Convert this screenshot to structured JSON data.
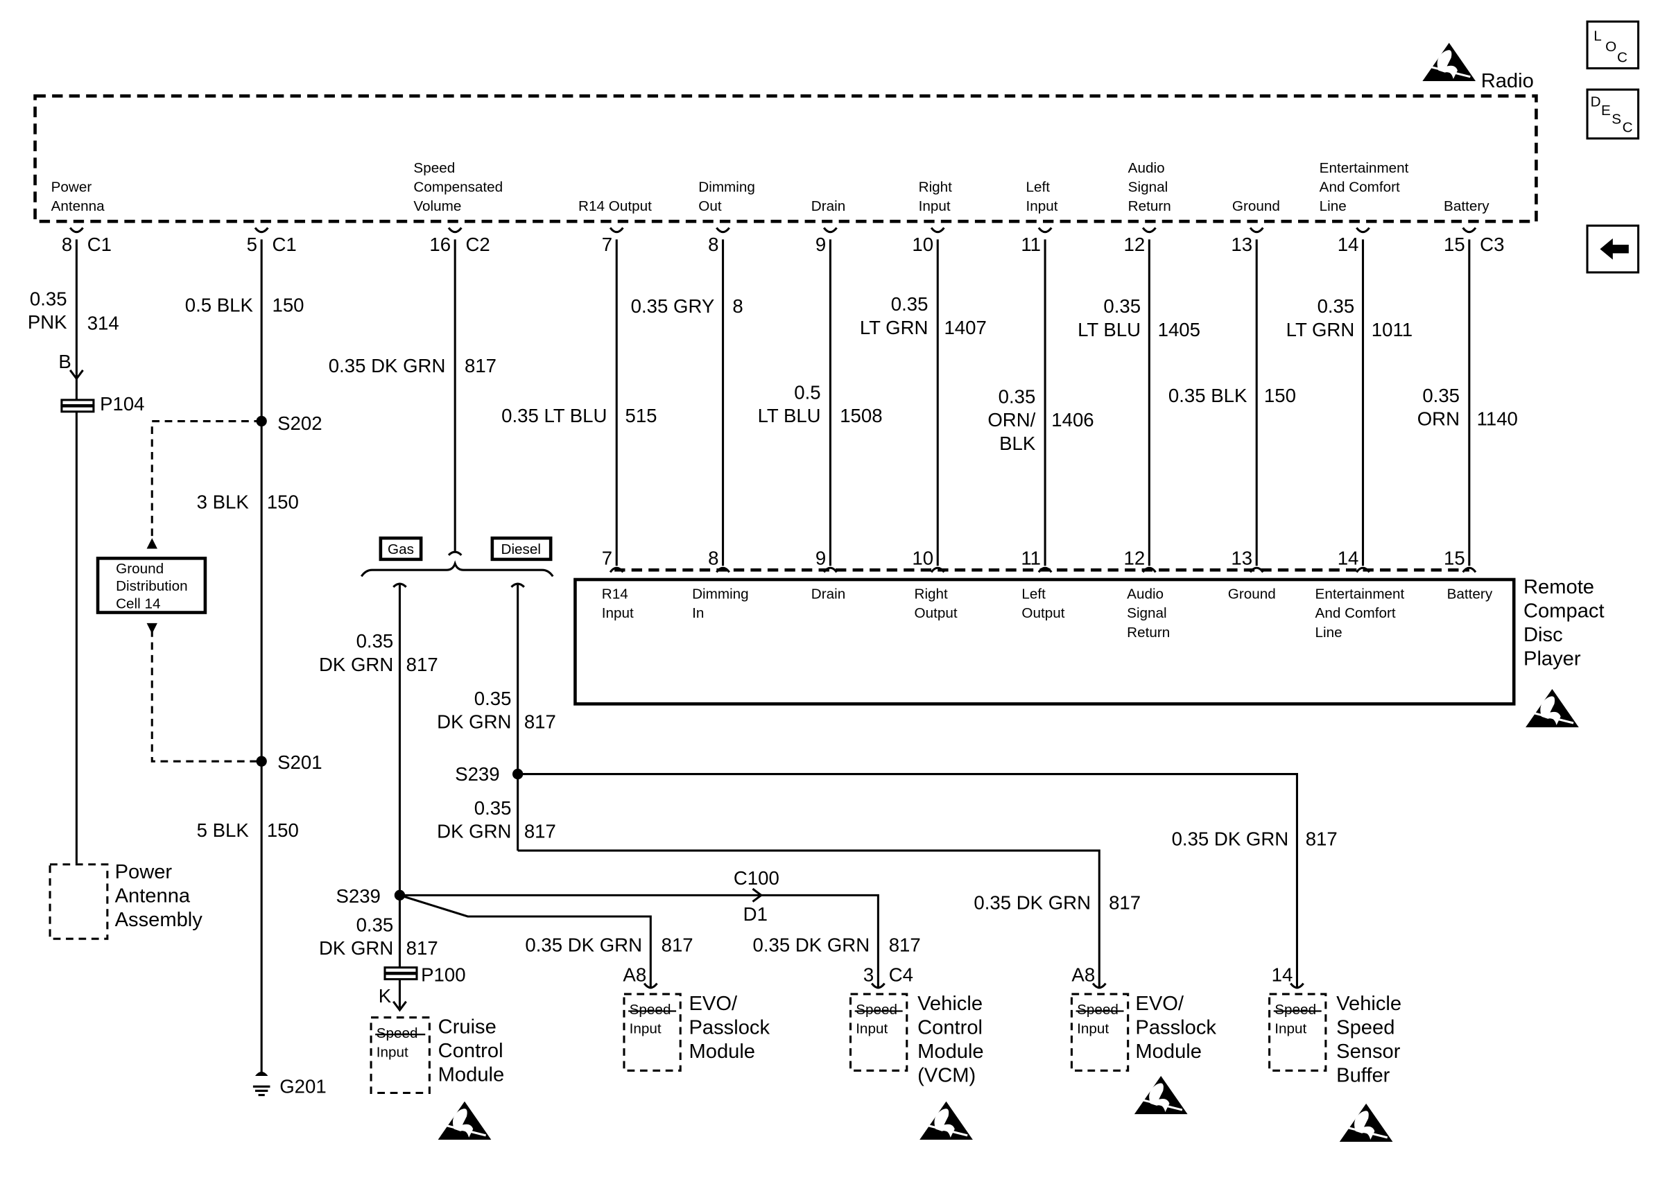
{
  "radio": {
    "name": "Radio",
    "pins": [
      {
        "label": "Power\nAntenna",
        "pin": "8",
        "conn": "C1"
      },
      {
        "label": "",
        "pin": "5",
        "conn": "C1"
      },
      {
        "label": "Speed\nCompensated\nVolume",
        "pin": "16",
        "conn": "C2"
      },
      {
        "label": "R14 Output",
        "pin": "7",
        "conn": ""
      },
      {
        "label": "Dimming\nOut",
        "pin": "8",
        "conn": ""
      },
      {
        "label": "Drain",
        "pin": "9",
        "conn": ""
      },
      {
        "label": "Right\nInput",
        "pin": "10",
        "conn": ""
      },
      {
        "label": "Left\nInput",
        "pin": "11",
        "conn": ""
      },
      {
        "label": "Audio\nSignal\nReturn",
        "pin": "12",
        "conn": ""
      },
      {
        "label": "Ground",
        "pin": "13",
        "conn": ""
      },
      {
        "label": "Entertainment\nAnd Comfort\nLine",
        "pin": "14",
        "conn": ""
      },
      {
        "label": "Battery",
        "pin": "15",
        "conn": "C3"
      }
    ]
  },
  "wires_top": [
    {
      "gauge": "0.35\nPNK",
      "circuit": "314"
    },
    {
      "gauge": "0.5 BLK",
      "circuit": "150"
    },
    {
      "gauge": "0.35 DK GRN",
      "circuit": "817"
    },
    {
      "gauge": "0.35 LT BLU",
      "circuit": "515"
    },
    {
      "gauge": "0.35 GRY",
      "circuit": "8"
    },
    {
      "gauge": "0.5\nLT BLU",
      "circuit": "1508"
    },
    {
      "gauge": "0.35\nLT GRN",
      "circuit": "1407"
    },
    {
      "gauge": "0.35\nORN/\nBLK",
      "circuit": "1406"
    },
    {
      "gauge": "0.35\nLT BLU",
      "circuit": "1405"
    },
    {
      "gauge": "0.35 BLK",
      "circuit": "150"
    },
    {
      "gauge": "0.35\nLT GRN",
      "circuit": "1011"
    },
    {
      "gauge": "0.35\nORN",
      "circuit": "1140"
    }
  ],
  "cd_player": {
    "name": "Remote\nCompact\nDisc\nPlayer",
    "pins": [
      {
        "pin": "7",
        "label": "R14\nInput"
      },
      {
        "pin": "8",
        "label": "Dimming\nIn"
      },
      {
        "pin": "9",
        "label": "Drain"
      },
      {
        "pin": "10",
        "label": "Right\nOutput"
      },
      {
        "pin": "11",
        "label": "Left\nOutput"
      },
      {
        "pin": "12",
        "label": "Audio\nSignal\nReturn"
      },
      {
        "pin": "13",
        "label": "Ground"
      },
      {
        "pin": "14",
        "label": "Entertainment\nAnd Comfort\nLine"
      },
      {
        "pin": "15",
        "label": "Battery"
      }
    ]
  },
  "ground_path": {
    "splice_upper": "S202",
    "gauge_mid": "3 BLK",
    "circuit_mid": "150",
    "splice_lower": "S201",
    "gauge_low": "5 BLK",
    "circuit_low": "150",
    "ground": "G201",
    "ref_box": "Ground\nDistribution\nCell 14"
  },
  "antenna": {
    "terminal": "B",
    "connector": "P104",
    "assembly": "Power\nAntenna\nAssembly"
  },
  "options": {
    "gas": "Gas",
    "diesel": "Diesel"
  },
  "speed_wires": {
    "gas_gauge": "0.35\nDK GRN",
    "gas_circuit": "817",
    "diesel_gauge": "0.35\nDK GRN",
    "diesel_circuit": "817",
    "splice_diesel": "S239",
    "diesel_lower_gauge": "0.35\nDK GRN",
    "diesel_lower_circuit": "817",
    "vssb_gauge": "0.35 DK GRN",
    "vssb_circuit": "817",
    "evo2_gauge": "0.35 DK GRN",
    "evo2_circuit": "817",
    "splice_gas": "S239",
    "cruise_gauge": "0.35\nDK GRN",
    "cruise_circuit": "817",
    "evo1_gauge": "0.35 DK GRN",
    "evo1_circuit": "817",
    "vcm_gauge": "0.35 DK GRN",
    "vcm_circuit": "817",
    "inline_top": "C100",
    "inline_bottom": "D1"
  },
  "modules": [
    {
      "name": "Cruise\nControl\nModule",
      "box": "Speed\nInput",
      "pin": "K",
      "conn": "P100"
    },
    {
      "name": "EVO/\nPasslock\nModule",
      "box": "Speed\nInput",
      "pin": "A8",
      "conn": ""
    },
    {
      "name": "Vehicle\nControl\nModule\n(VCM)",
      "box": "Speed\nInput",
      "pin": "3",
      "conn": "C4"
    },
    {
      "name": "EVO/\nPasslock\nModule",
      "box": "Speed\nInput",
      "pin": "A8",
      "conn": ""
    },
    {
      "name": "Vehicle\nSpeed\nSensor\nBuffer",
      "box": "Speed\nInput",
      "pin": "14",
      "conn": ""
    }
  ],
  "nav": {
    "loc": [
      "L",
      "O",
      "C"
    ],
    "desc": [
      "D",
      "E",
      "S",
      "C"
    ],
    "back": "back-arrow-icon"
  },
  "icons": {
    "esd": "esd-warning-icon"
  }
}
